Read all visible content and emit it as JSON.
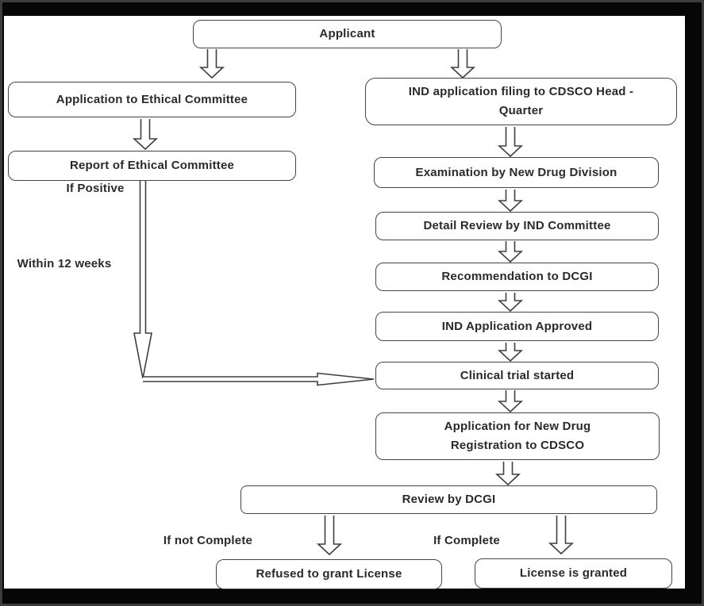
{
  "diagram": {
    "type": "flowchart",
    "nodes": {
      "applicant": {
        "label": "Applicant"
      },
      "app_ethical": {
        "label": "Application to Ethical Committee"
      },
      "report_ethical": {
        "label": "Report of Ethical Committee"
      },
      "ind_filing": {
        "label": "IND application filing to CDSCO Head -\nQuarter"
      },
      "examination": {
        "label": "Examination by New Drug Division"
      },
      "detail_review": {
        "label": "Detail Review by IND Committee"
      },
      "recommendation": {
        "label": "Recommendation to DCGI"
      },
      "ind_approved": {
        "label": "IND Application Approved"
      },
      "clinical_trial": {
        "label": "Clinical trial started"
      },
      "app_registration": {
        "label": "Application for New Drug\nRegistration to CDSCO"
      },
      "review_dcgi": {
        "label": "Review by DCGI"
      },
      "refused": {
        "label": "Refused to grant License"
      },
      "granted": {
        "label": "License is granted"
      }
    },
    "edge_labels": {
      "if_positive": "If Positive",
      "within_12_weeks": "Within 12 weeks",
      "if_not_complete": "If not Complete",
      "if_complete": "If Complete"
    },
    "colors": {
      "canvas_background": "#ffffff",
      "frame": "#060606",
      "frame_outer_edge": "#3c3c3c",
      "box_fill": "#ffffff",
      "box_border": "#454545",
      "text": "#2a2a2a",
      "arrow_stroke": "#3f3f3f"
    }
  }
}
